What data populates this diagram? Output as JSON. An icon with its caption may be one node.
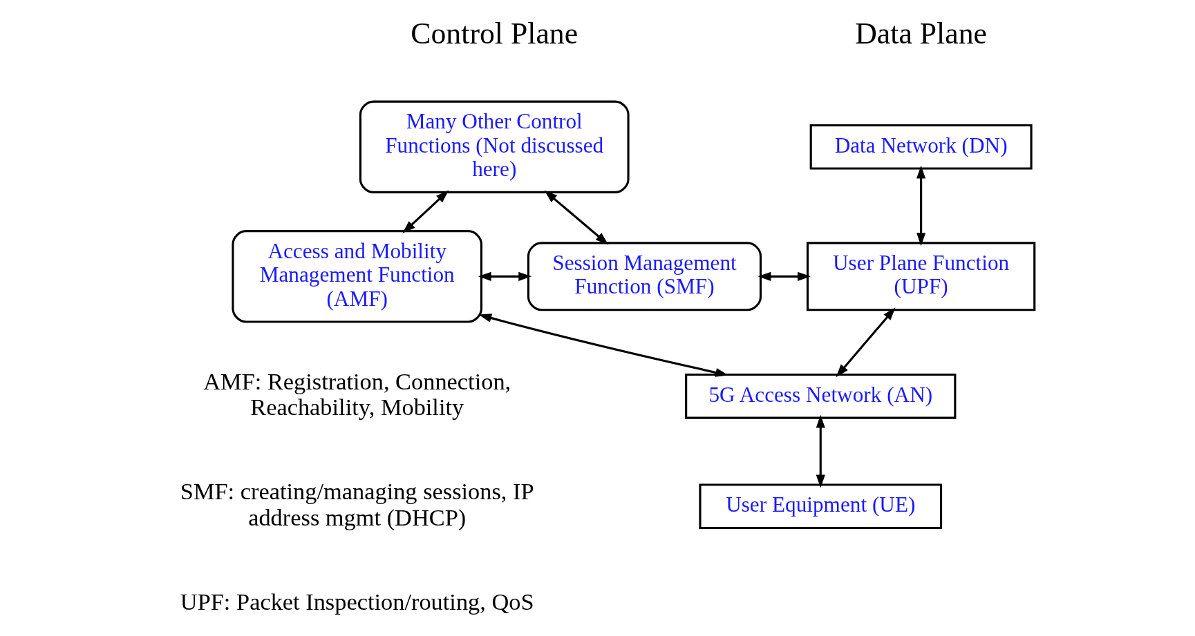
{
  "diagram": {
    "nodes": [
      {
        "text": [
          "Many Other Control Functions (Not discussed here)"
        ]
      },
      {
        "text": [
          "Access and Mobility Management Function (AMF)"
        ]
      },
      {
        "text": [
          "Session Management Function (SMF)"
        ]
      },
      {
        "text": [
          "Data Network (DN)"
        ]
      },
      {
        "text": [
          "User Plane Function (UPF)"
        ]
      },
      {
        "text": [
          "5G Access Network (AN)"
        ]
      },
      {
        "text": [
          "User Equipment (UE)"
        ]
      }
    ],
    "edges": [
      {
        "from": 0,
        "to": 1,
        "arrow": "both"
      },
      {
        "from": 0,
        "to": 2,
        "arrow": "both"
      },
      {
        "from": 1,
        "to": 2,
        "arrow": "both"
      },
      {
        "from": 2,
        "to": 4,
        "arrow": "both"
      },
      {
        "from": 3,
        "to": 4,
        "arrow": "both"
      },
      {
        "from": 4,
        "to": 5,
        "arrow": "both"
      },
      {
        "from": 1,
        "to": 5,
        "arrow": "both"
      },
      {
        "from": 5,
        "to": 6,
        "arrow": "both"
      }
    ],
    "labels": [
      "Control Plane",
      "Data Plane",
      "AMF: Registration, Connection, Reachability, Mobility",
      "SMF: creating/managing sessions, IP address mgmt (DHCP)",
      "UPF: Packet Inspection/routing, QoS"
    ]
  }
}
